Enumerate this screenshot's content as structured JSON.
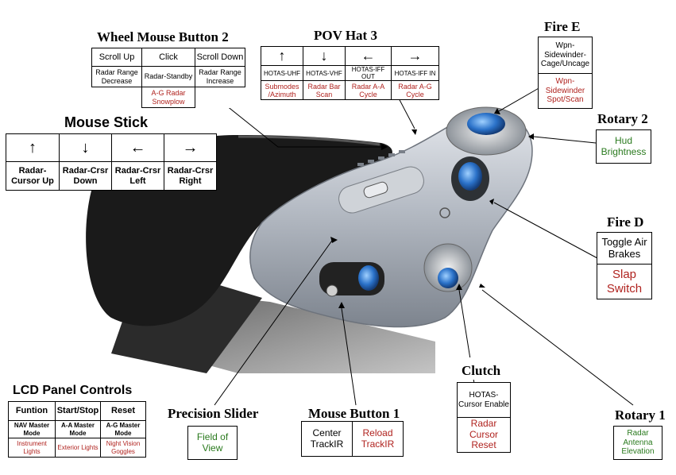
{
  "wheel": {
    "title": "Wheel Mouse Button 2",
    "h": [
      "Scroll Up",
      "Click",
      "Scroll Down"
    ],
    "r1": [
      "Radar Range Decrease",
      "Radar-Standby",
      "Radar Range Increase"
    ],
    "r2": "A-G Radar Snowplow"
  },
  "pov": {
    "title": "POV Hat 3",
    "arrows": [
      "↑",
      "↓",
      "←",
      "→"
    ],
    "r1": [
      "HOTAS-UHF",
      "HOTAS-VHF",
      "HOTAS-IFF OUT",
      "HOTAS-IFF IN"
    ],
    "r2": [
      "Submodes /Azimuth",
      "Radar Bar Scan",
      "Radar A-A Cycle",
      "Radar A-G Cycle"
    ]
  },
  "firee": {
    "title": "Fire E",
    "a": "Wpn-Sidewinder-Cage/Uncage",
    "b": "Wpn-Sidewinder Spot/Scan"
  },
  "rot2": {
    "title": "Rotary 2",
    "a": "Hud Brightness"
  },
  "mstick": {
    "title": "Mouse Stick",
    "arrows": [
      "↑",
      "↓",
      "←",
      "→"
    ],
    "labels": [
      "Radar-Cursor Up",
      "Radar-Crsr Down",
      "Radar-Crsr Left",
      "Radar-Crsr Right"
    ]
  },
  "fired": {
    "title": "Fire D",
    "a": "Toggle Air Brakes",
    "b": "Slap Switch"
  },
  "lcd": {
    "title": "LCD Panel Controls",
    "h": [
      "Funtion",
      "Start/Stop",
      "Reset"
    ],
    "r1": [
      "NAV Master Mode",
      "A-A Master Mode",
      "A-G Master Mode"
    ],
    "r2": [
      "Instrument Lights",
      "Exterior Lights",
      "Night Vision Goggles"
    ]
  },
  "slider": {
    "title": "Precision Slider",
    "a": "Field of View"
  },
  "mb1": {
    "title": "Mouse Button 1",
    "a": "Center TrackIR",
    "b": "Reload TrackIR"
  },
  "clutch": {
    "title": "Clutch",
    "a": "HOTAS-Cursor Enable",
    "b": "Radar Cursor Reset"
  },
  "rot1": {
    "title": "Rotary 1",
    "a": "Radar Antenna Elevation"
  }
}
